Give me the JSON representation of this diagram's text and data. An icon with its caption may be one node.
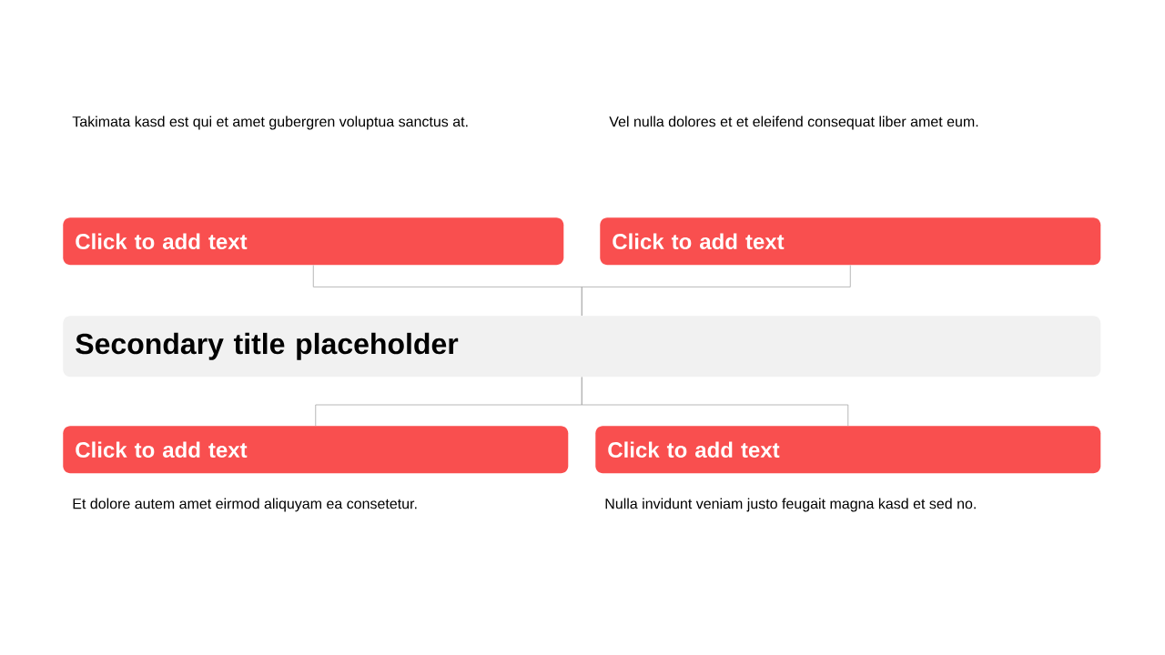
{
  "diagram": {
    "nodes": [
      {
        "text": [
          "Click to add text"
        ]
      },
      {
        "text": [
          "Click to add text"
        ]
      },
      {
        "text": [
          "Secondary title placeholder"
        ]
      },
      {
        "text": [
          "Click to add text"
        ],
        "beside": [
          "Et dolore autem amet eirmod aliquyam ea consetetur."
        ]
      },
      {
        "text": [
          "Click to add text"
        ],
        "beside": [
          "Nulla invidunt veniam justo feugait magna kasd et sed no."
        ]
      }
    ],
    "edges": [
      {
        "from": 2,
        "to": 0,
        "arrow": "none"
      },
      {
        "from": 2,
        "to": 1,
        "arrow": "none"
      },
      {
        "from": 2,
        "to": 3,
        "arrow": "none"
      },
      {
        "from": 2,
        "to": 4,
        "arrow": "none"
      }
    ],
    "labels": [
      "Takimata kasd est qui et amet gubergren voluptua sanctus at.",
      "Vel nulla dolores et et eleifend consequat liber amet eum."
    ]
  }
}
